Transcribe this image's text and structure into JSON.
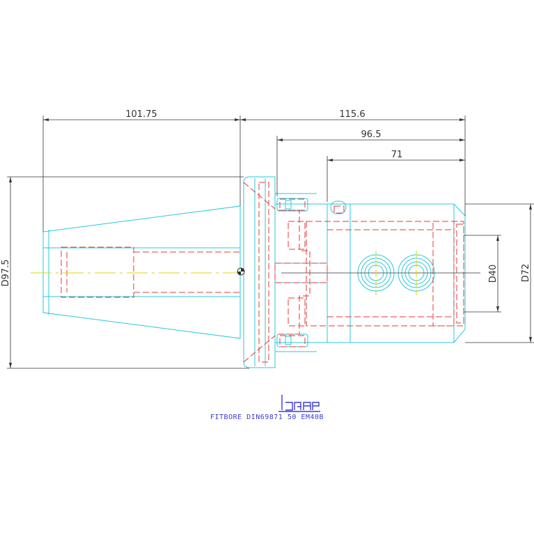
{
  "dimensions": {
    "taper_length": "101.75",
    "overall_length": "115.6",
    "body_length": "96.5",
    "bore_depth": "71",
    "flange_diameter": "D97.5",
    "bore_diameter": "D40",
    "body_diameter": "D72"
  },
  "brand": "iscar",
  "caption": "FITBORE DIN69871 50 EM40B",
  "colors": {
    "outline": "#27c8dc",
    "hidden": "#e53935",
    "center": "#d8d800",
    "dimension": "#333333",
    "brand": "#3b3bd6"
  }
}
